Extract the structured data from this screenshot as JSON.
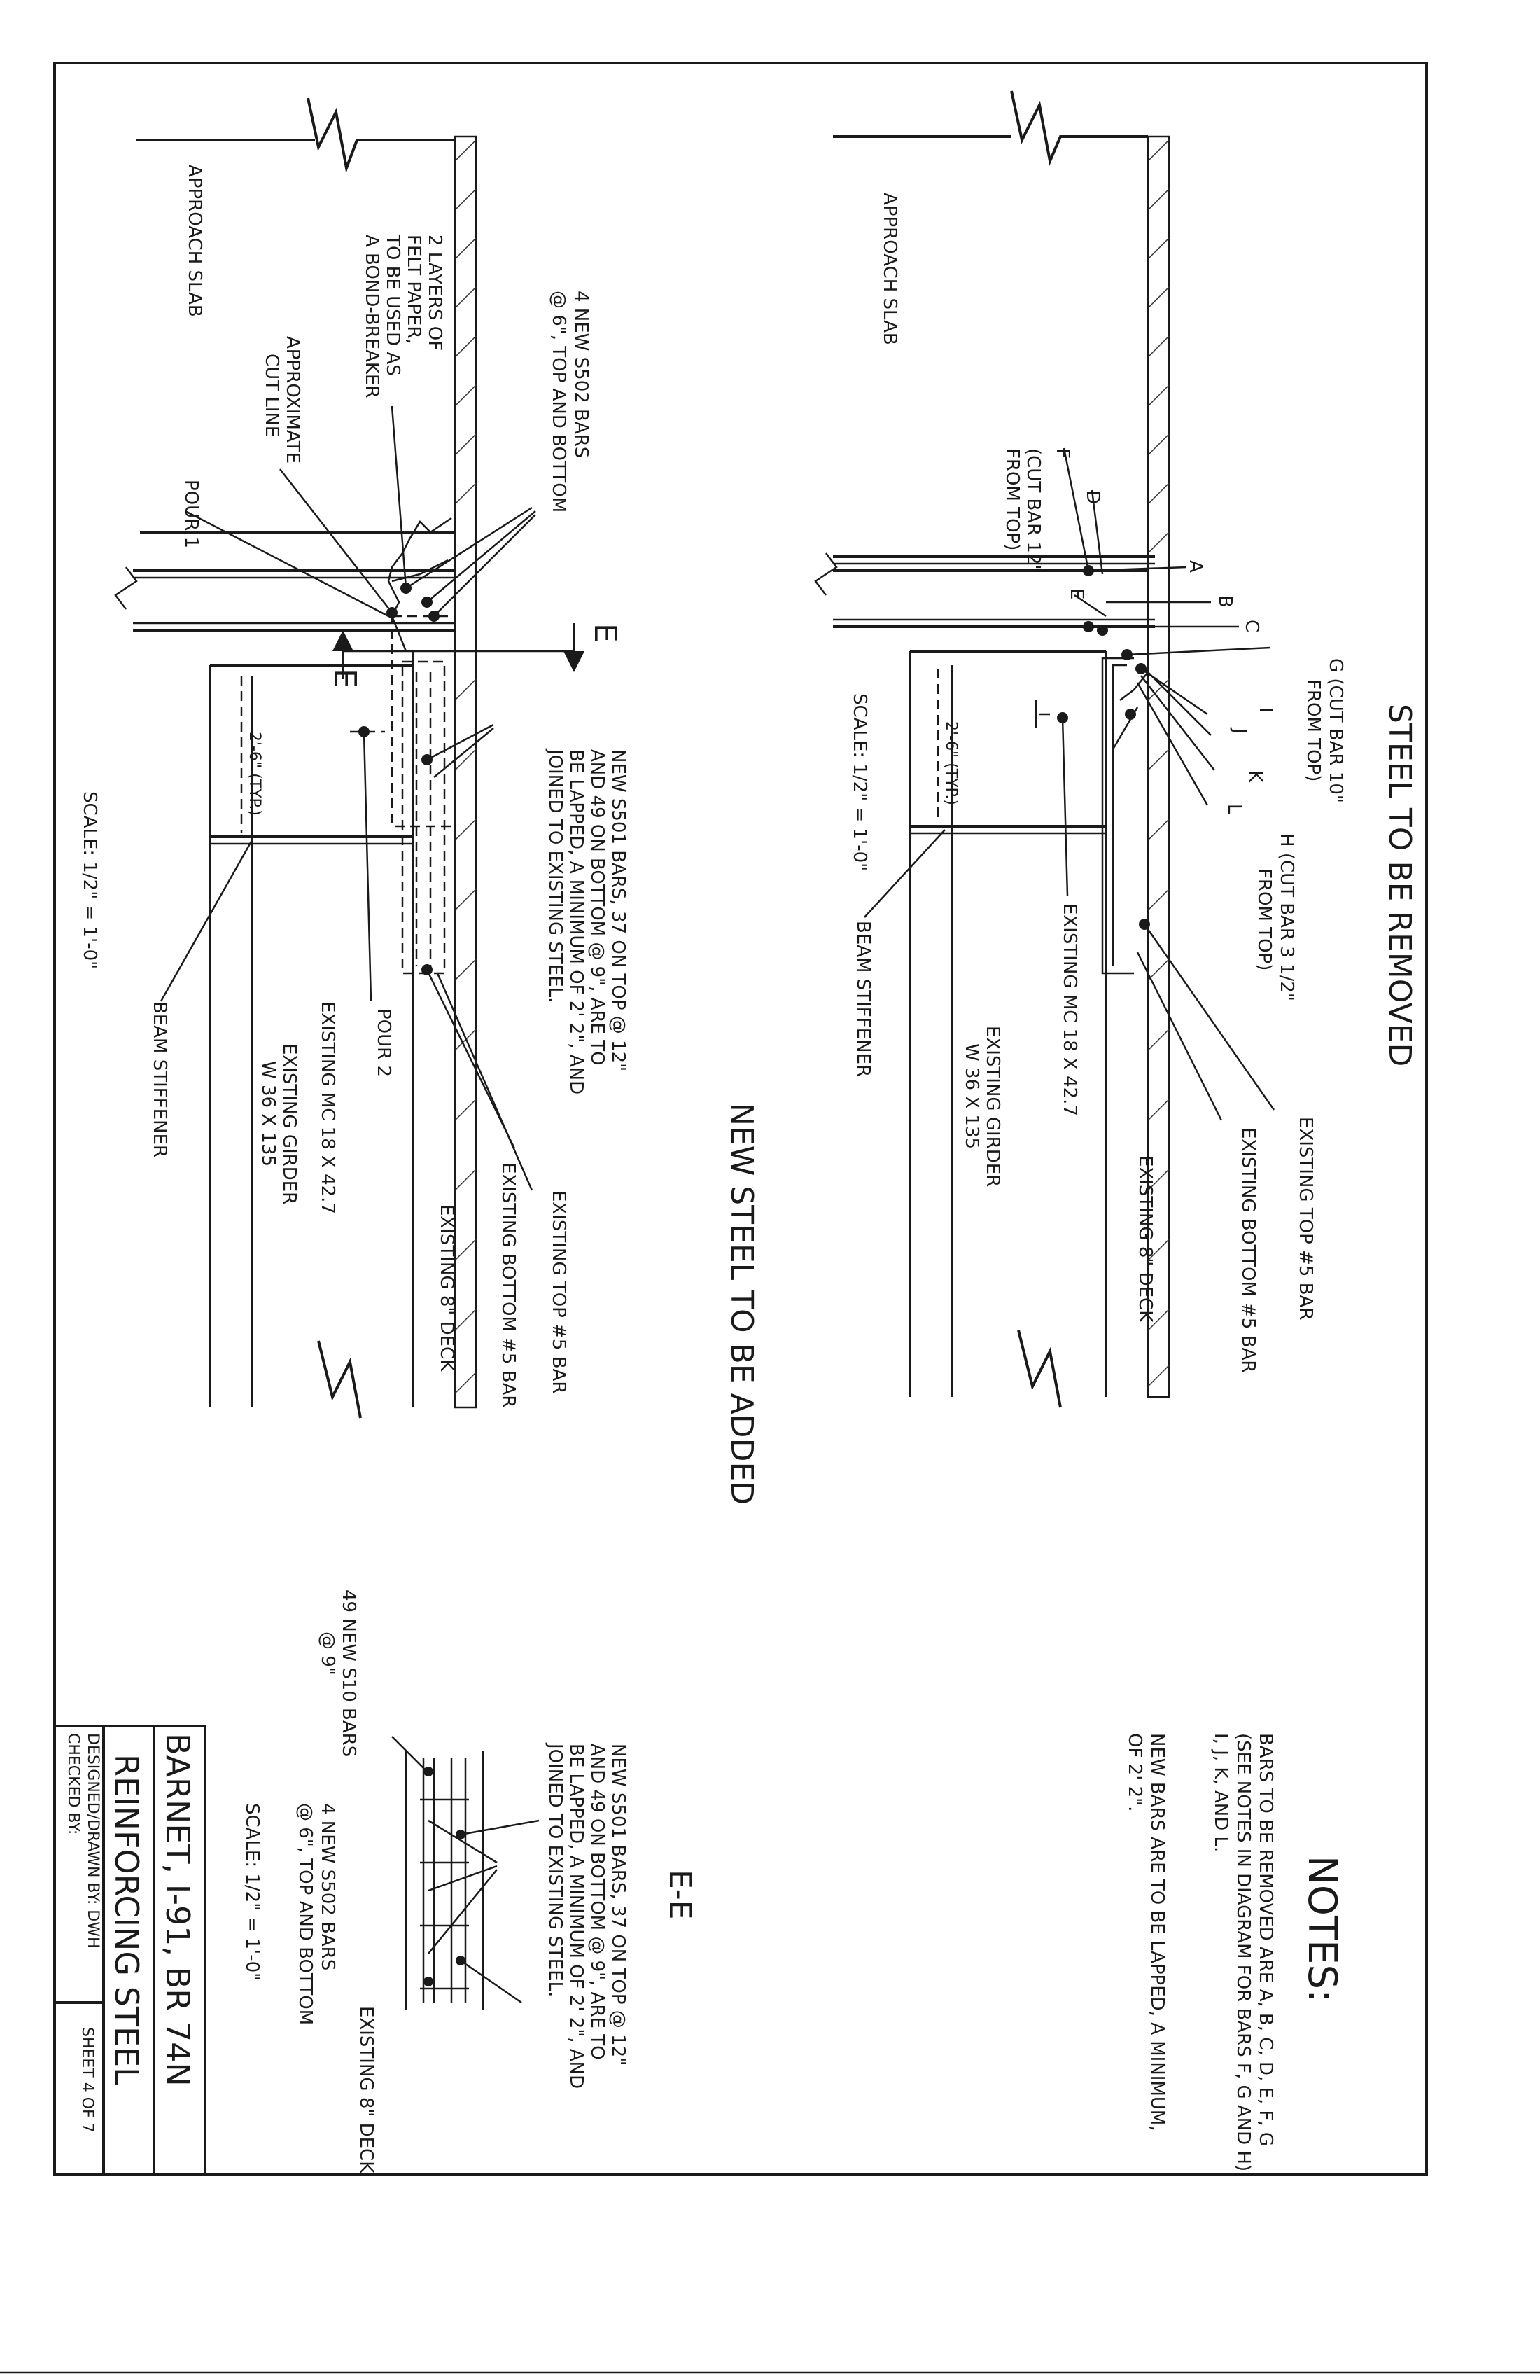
{
  "headings": {
    "steel_removed": "STEEL TO BE REMOVED",
    "steel_added": "NEW STEEL TO BE ADDED",
    "notes": "NOTES:",
    "section_ee": "E-E"
  },
  "notes": [
    "BARS TO BE REMOVED ARE A, B, C, D, E, F, G",
    "(SEE NOTES IN DIAGRAM FOR BARS F, G AND H),",
    "I, J, K, AND L.",
    "NEW BARS ARE TO BE LAPPED, A MINIMUM,",
    "OF 2' 2\"."
  ],
  "top_detail": {
    "approach_slab": "APPROACH SLAB",
    "bar_a": "A",
    "bar_b": "B",
    "bar_c": "C",
    "bar_d": "D",
    "bar_e": "E",
    "bar_f": [
      "F",
      "(CUT BAR 12\"",
      "FROM TOP)"
    ],
    "bar_g": [
      "G (CUT BAR 10\"",
      "FROM TOP)"
    ],
    "bar_h": [
      "H (CUT BAR 3 1/2\"",
      "FROM TOP)"
    ],
    "bar_i": "I",
    "bar_j": "J",
    "bar_k": "K",
    "bar_l": "L",
    "dim": "2'-6\" (TYP.)",
    "scale": "SCALE: 1/2\" = 1'-0\"",
    "existing_mc": "EXISTING MC 18 X 42.7",
    "existing_girder": [
      "EXISTING GIRDER",
      "W 36 X 135"
    ],
    "beam_stiffener": "BEAM STIFFENER",
    "existing_deck": "EXISTING 8\" DECK",
    "existing_top": "EXISTING TOP #5 BAR",
    "existing_bottom": "EXISTING BOTTOM #5 BAR"
  },
  "bottom_detail": {
    "approach_slab": "APPROACH SLAB",
    "felt": [
      "2 LAYERS OF",
      "FELT PAPER,",
      "TO BE USED AS",
      "A BOND-BREAKER"
    ],
    "s502": [
      "4 NEW S502 BARS",
      "@ 6\", TOP AND BOTTOM"
    ],
    "cut_line": [
      "APPROXIMATE",
      "CUT LINE"
    ],
    "pour1": "POUR 1",
    "pour2": "POUR 2",
    "section_mark": "E",
    "s501": [
      "NEW S501 BARS, 37 ON TOP @ 12\"",
      "AND 49 ON BOTTOM @ 9\", ARE TO",
      "BE LAPPED, A MINIMUM OF 2' 2\", AND",
      "JOINED TO EXISTING STEEL."
    ],
    "dim": "2'-6\" (TYP.)",
    "scale": "SCALE: 1/2\" = 1'-0\"",
    "existing_mc": "EXISTING MC 18 X 42.7",
    "existing_girder": [
      "EXISTING GIRDER",
      "W 36 X 135"
    ],
    "beam_stiffener": "BEAM STIFFENER",
    "existing_deck": "EXISTING 8\" DECK",
    "existing_top": "EXISTING TOP #5 BAR",
    "existing_bottom": "EXISTING BOTTOM #5 BAR"
  },
  "section_ee": {
    "s510": [
      "49 NEW S10 BARS",
      "@ 9\""
    ],
    "s502": [
      "4 NEW S502 BARS",
      "@ 6\", TOP AND BOTTOM"
    ],
    "s501": [
      "NEW S501 BARS, 37 ON TOP @ 12\"",
      "AND 49 ON BOTTOM @ 9\", ARE TO",
      "BE LAPPED, A MINIMUM OF 2' 2\", AND",
      "JOINED TO EXISTING STEEL."
    ],
    "existing_deck": "EXISTING 8\" DECK",
    "scale": "SCALE: 1/2\" = 1'-0\""
  },
  "title_block": {
    "project": "BARNET, I-91, BR 74N",
    "title": "REINFORCING STEEL",
    "designed": "DESIGNED/DRAWN BY: DWH",
    "checked": "CHECKED BY:",
    "sheet": "SHEET 4 OF 7"
  }
}
